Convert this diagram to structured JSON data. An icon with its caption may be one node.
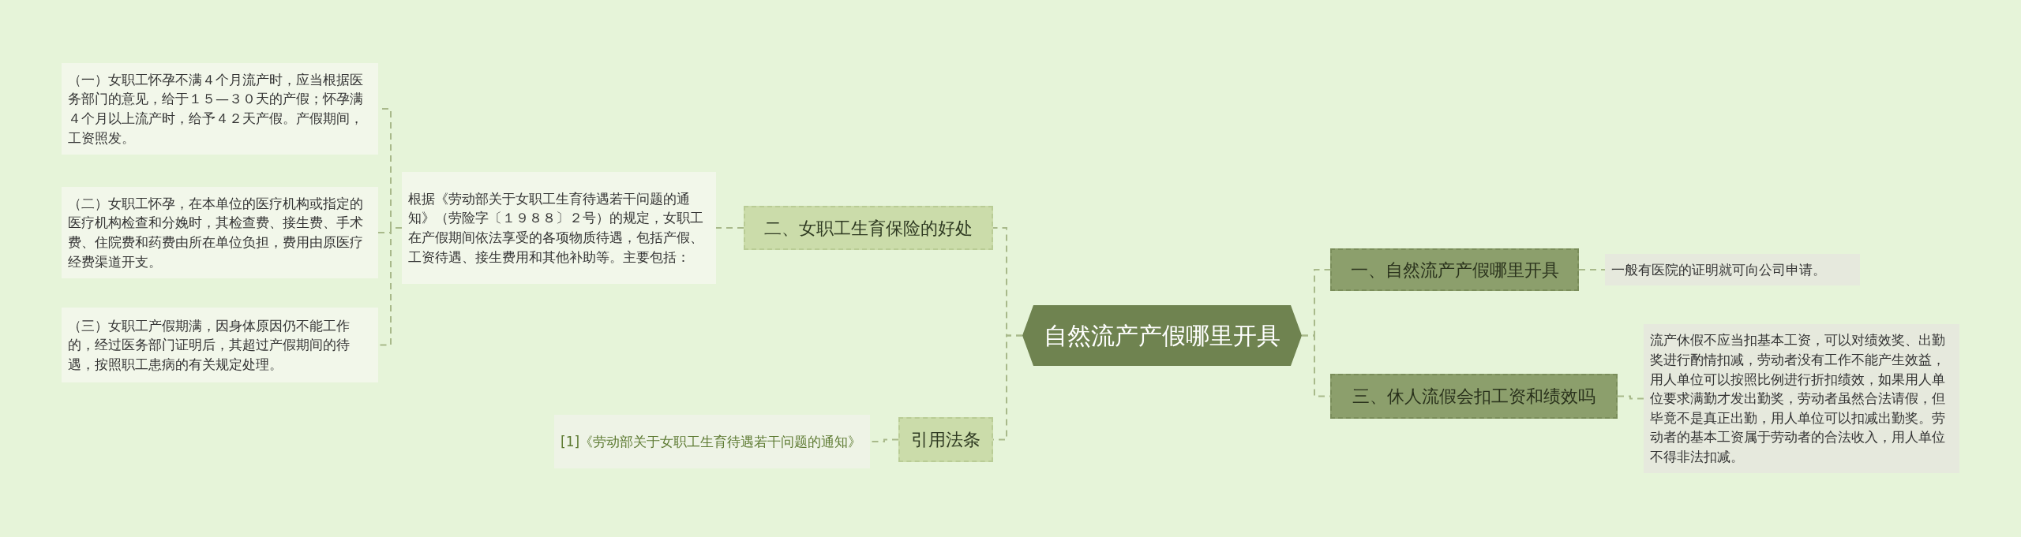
{
  "diagram": {
    "nodes": [
      {
        "text": [
          "自然流产产假哪里开具"
        ]
      },
      {
        "text": [
          "二、女职工生育保险的好处"
        ]
      },
      {
        "text": [
          "根据《劳动部关于女职工生育待遇若干问题的通知》（劳险字〔１９８８〕２号）的规定，女职工在产假期间依法享受的各项物质待遇，包括产假、工资待遇、接生费用和其他补助等。主要包括："
        ]
      },
      {
        "text": [
          "（一）女职工怀孕不满４个月流产时，应当根据医务部门的意见，给于１５—３０天的产假；怀孕满４个月以上流产时，给予４２天产假。产假期间，工资照发。"
        ]
      },
      {
        "text": [
          "（二）女职工怀孕，在本单位的医疗机构或指定的医疗机构检查和分娩时，其检查费、接生费、手术费、住院费和药费由所在单位负担，费用由原医疗经费渠道开支。"
        ]
      },
      {
        "text": [
          "（三）女职工产假期满，因身体原因仍不能工作的，经过医务部门证明后，其超过产假期间的待遇，按照职工患病的有关规定处理。"
        ]
      },
      {
        "text": [
          "引用法条"
        ]
      },
      {
        "text": [
          "[1]《劳动部关于女职工生育待遇若干问题的通知》"
        ]
      },
      {
        "text": [
          "一、自然流产产假哪里开具"
        ]
      },
      {
        "text": [
          "一般有医院的证明就可向公司申请。"
        ]
      },
      {
        "text": [
          "三、休人流假会扣工资和绩效吗"
        ]
      },
      {
        "text": [
          "流产休假不应当扣基本工资，可以对绩效奖、出勤奖进行酌情扣减，劳动者没有工作不能产生效益，用人单位可以按照比例进行折扣绩效，如果用人单位要求满勤才发出勤奖，劳动者虽然合法请假，但毕竟不是真正出勤，用人单位可以扣减出勤奖。劳动者的基本工资属于劳动者的合法收入，用人单位不得非法扣减。"
        ]
      }
    ],
    "edges": [
      {
        "from": 0,
        "to": 1,
        "arrow": "none"
      },
      {
        "from": 1,
        "to": 2,
        "arrow": "none"
      },
      {
        "from": 2,
        "to": 3,
        "arrow": "none"
      },
      {
        "from": 2,
        "to": 4,
        "arrow": "none"
      },
      {
        "from": 2,
        "to": 5,
        "arrow": "none"
      },
      {
        "from": 0,
        "to": 6,
        "arrow": "none"
      },
      {
        "from": 6,
        "to": 7,
        "arrow": "none"
      },
      {
        "from": 0,
        "to": 8,
        "arrow": "none"
      },
      {
        "from": 8,
        "to": 9,
        "arrow": "none"
      },
      {
        "from": 0,
        "to": 10,
        "arrow": "none"
      },
      {
        "from": 10,
        "to": 11,
        "arrow": "none"
      }
    ]
  }
}
